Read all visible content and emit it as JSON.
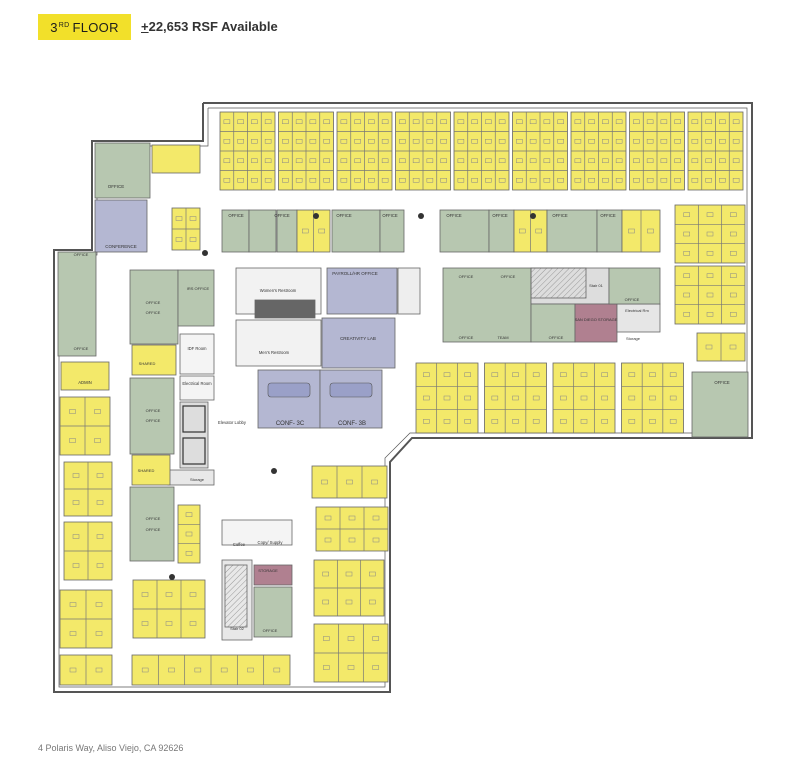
{
  "header": {
    "floor_num": "3",
    "floor_sup": "RD",
    "floor_word": "FLOOR",
    "rsf_plusminus": "+",
    "rsf_text": "22,653 RSF Available"
  },
  "footer": {
    "address": "4 Polaris Way, Aliso Viejo, CA 92626"
  },
  "colors": {
    "workstation": "#f3e96a",
    "office": "#b7c7b0",
    "conference": "#b4b7d2",
    "storage_highlight": "#b08090",
    "wall": "#555555"
  },
  "rooms": {
    "office": "OFFICE",
    "conference": "CONFERENCE",
    "admin": "ADMIN",
    "shared": "SHARED",
    "team": "TEAM",
    "payroll": "PAYROLL/HR OFFICE",
    "creativity": "CREATIVITY LAB",
    "womens": "Women's Restroom",
    "mens": "Men's Restroom",
    "idf": "IDF Room",
    "electrical": "Electrical Room",
    "elevator": "Elevator Lobby",
    "storage": "Storage",
    "storage_caps": "STORAGE",
    "san_diego": "SAN DIEGO STORAGE",
    "conf3c": "CONF- 3C",
    "conf3b": "CONF- 3B",
    "coffee": "Coffee",
    "copy": "Copy/ Supply",
    "stair01": "Stair 01",
    "stair02": "Stair 02",
    "electrical_rm": "Electrical Rm",
    "irs": "IRS OFFICE"
  }
}
